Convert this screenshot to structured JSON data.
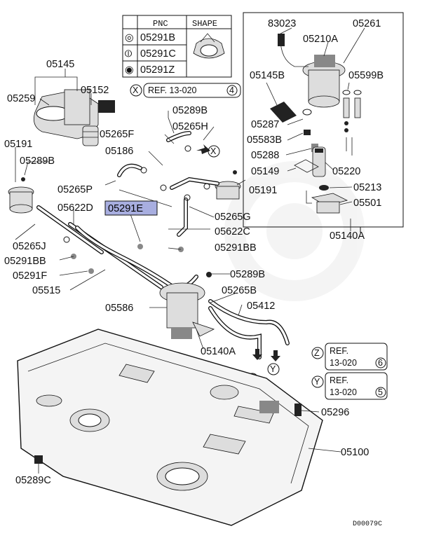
{
  "shape_table": {
    "headers": {
      "pnc": "PNC",
      "shape": "SHAPE"
    },
    "rows": [
      {
        "symbol": "◎",
        "pnc": "05291B"
      },
      {
        "symbol": "⦶",
        "pnc": "05291C"
      },
      {
        "symbol": "◉",
        "pnc": "05291Z"
      }
    ]
  },
  "refs": {
    "ref_x": {
      "marker": "X",
      "text": "REF. 13-020",
      "num": "4"
    },
    "ref_z": {
      "marker": "Z",
      "line1": "REF.",
      "line2": "13-020",
      "num": "6"
    },
    "ref_y": {
      "marker": "Y",
      "line1": "REF.",
      "line2": "13-020",
      "num": "5"
    }
  },
  "arrow_markers": {
    "x": "X",
    "y": "Y",
    "z": "Z"
  },
  "part_labels": {
    "p05145": "05145",
    "p05259": "05259",
    "p05152": "05152",
    "p05191a": "05191",
    "p05289Ba": "05289B",
    "p05265F": "05265F",
    "p05186": "05186",
    "p05289Bb": "05289B",
    "p05265H": "05265H",
    "p05265P": "05265P",
    "p05191b": "05191",
    "p05622D": "05622D",
    "p05291E": "05291E",
    "p05265G": "05265G",
    "p05622C": "05622C",
    "p05265J": "05265J",
    "p05291BBa": "05291BB",
    "p05291BBb": "05291BB",
    "p05291F": "05291F",
    "p05515": "05515",
    "p05289Bc": "05289B",
    "p05265B": "05265B",
    "p05586": "05586",
    "p05412": "05412",
    "p05140Aa": "05140A",
    "p83023": "83023",
    "p05261": "05261",
    "p05210A": "05210A",
    "p05145B": "05145B",
    "p05599B": "05599B",
    "p05287": "05287",
    "p05583B": "05583B",
    "p05288": "05288",
    "p05149": "05149",
    "p05220": "05220",
    "p05213": "05213",
    "p05501": "05501",
    "p05140Ab": "05140A",
    "p05296": "05296",
    "p05100": "05100",
    "p05289C": "05289C"
  },
  "diagram_code": "D00079C"
}
